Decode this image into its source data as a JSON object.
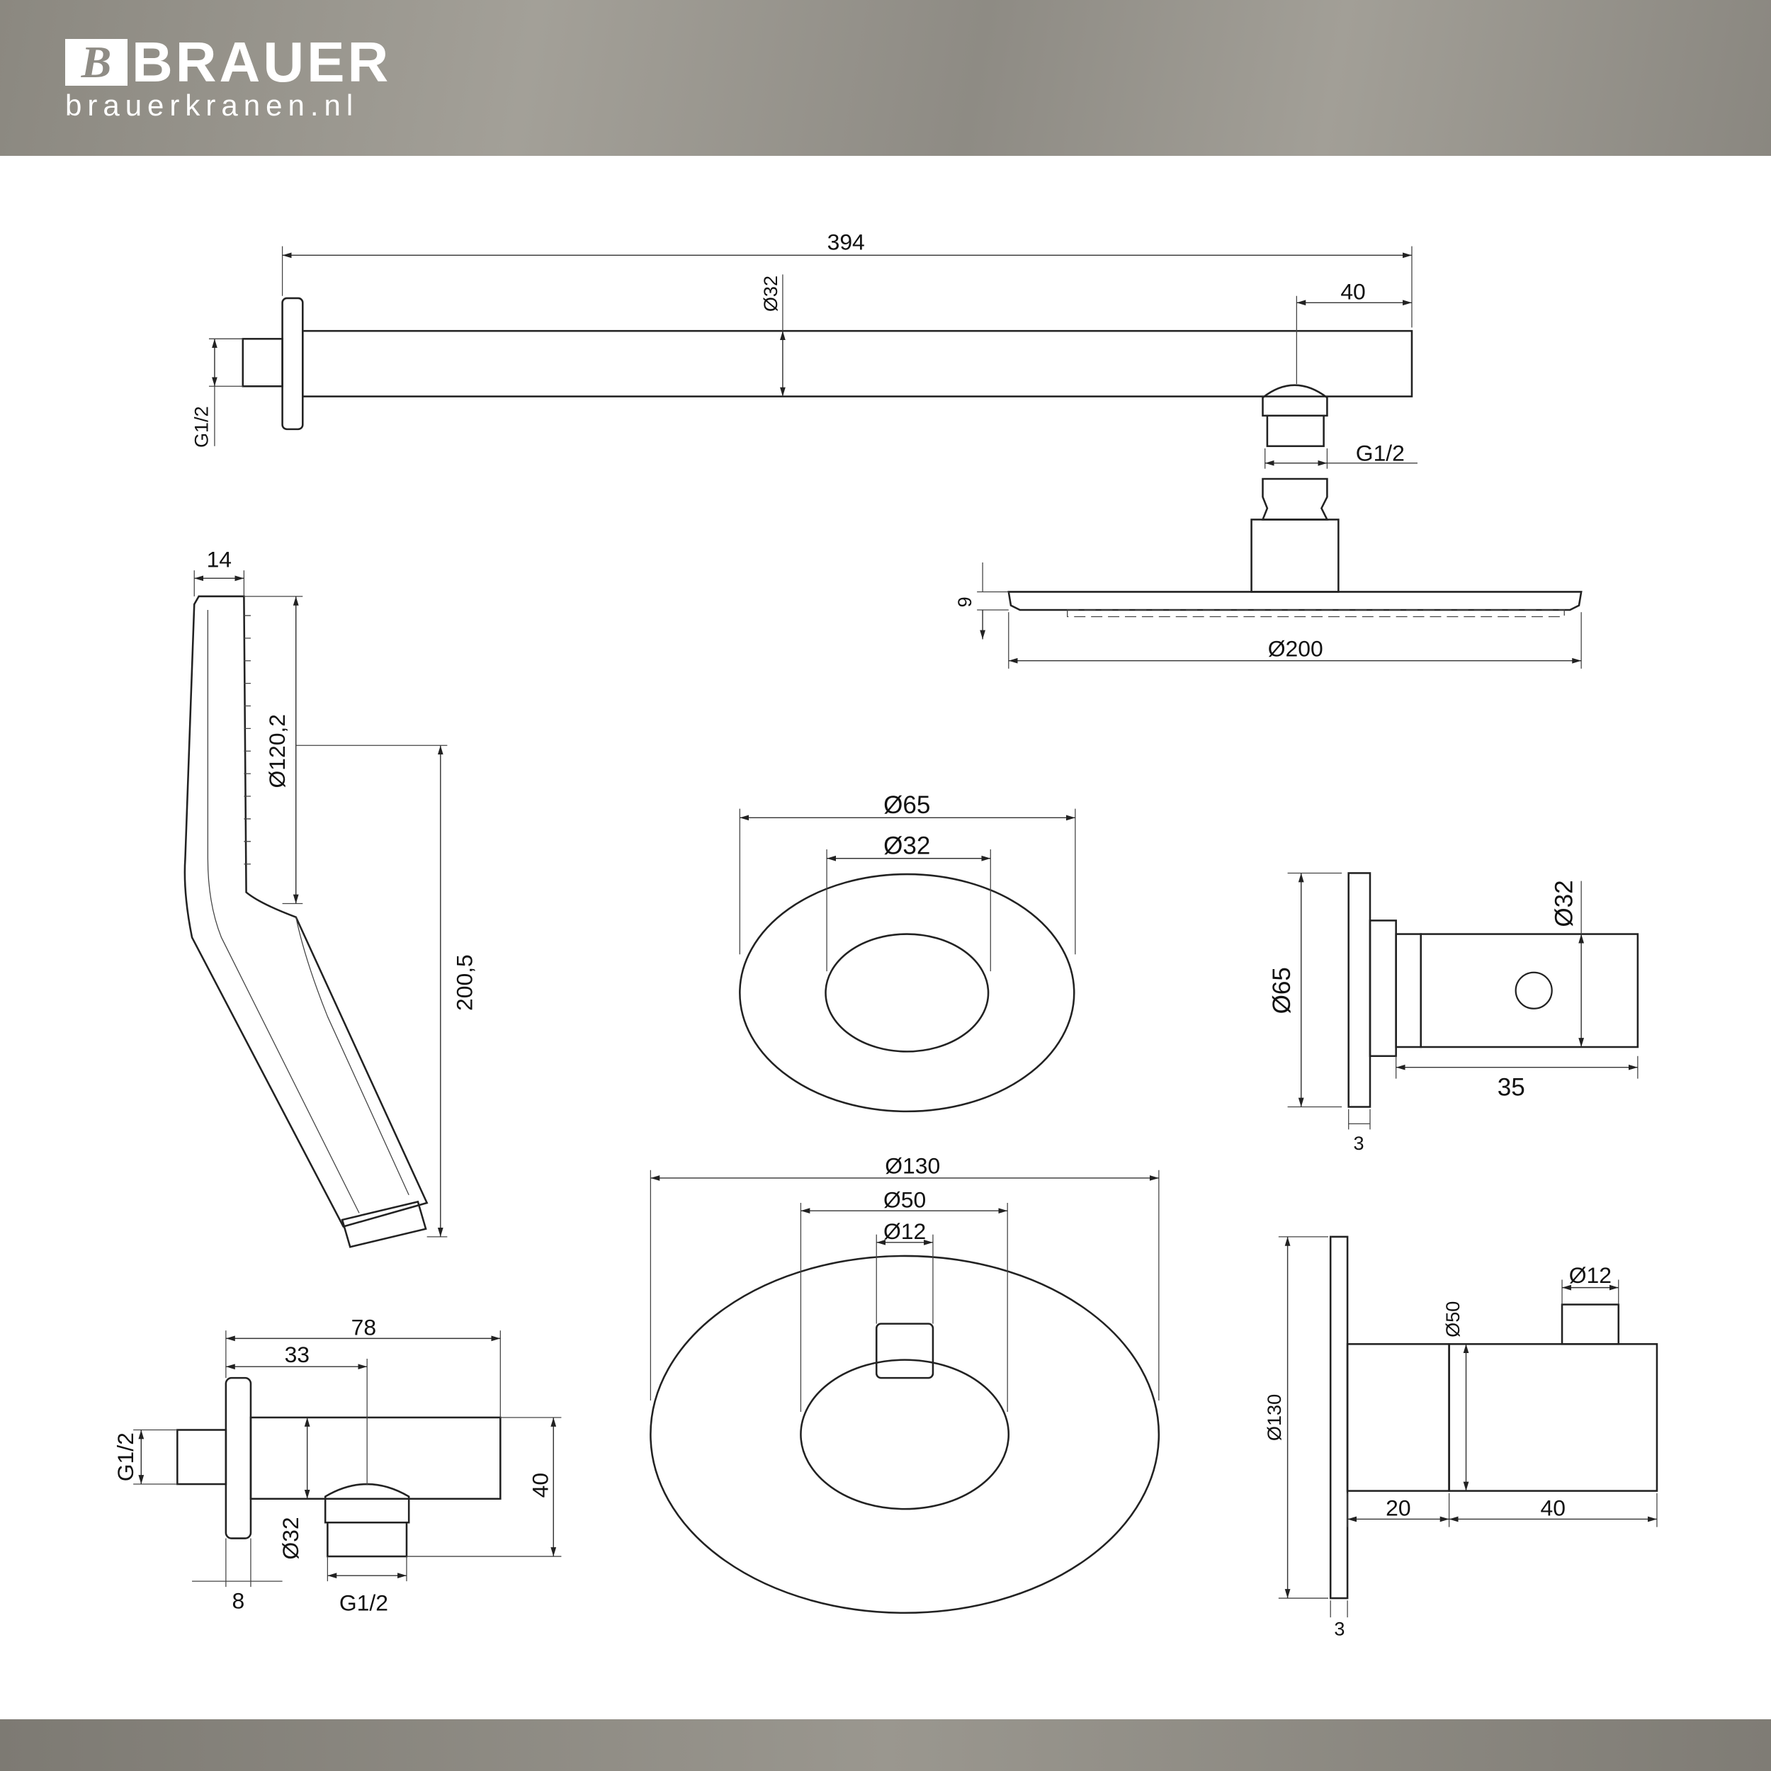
{
  "brand": {
    "name": "BRAUER",
    "mark": "B",
    "website": "brauerkranen.nl"
  },
  "shower_arm": {
    "length": "394",
    "diameter": "Ø32",
    "outlet_offset": "40",
    "inlet_thread": "G1/2",
    "outlet_thread": "G1/2"
  },
  "rain_shower_head": {
    "thickness": "9",
    "diameter": "Ø200"
  },
  "hand_shower": {
    "width": "14",
    "head_length": "Ø120,2",
    "total_length": "200,5"
  },
  "stop_valve_front": {
    "outer": "Ø65",
    "inner": "Ø32"
  },
  "stop_valve_side": {
    "rosette": "Ø65",
    "knob": "Ø32",
    "depth": "35",
    "rosette_thickness": "3"
  },
  "thermostat_front": {
    "outer": "Ø130",
    "knob": "Ø50",
    "lever": "Ø12"
  },
  "thermostat_side": {
    "rosette": "Ø130",
    "knob": "Ø50",
    "lever": "Ø12",
    "body_depth": "20",
    "knob_depth": "40",
    "rosette_thickness": "3"
  },
  "wall_connection": {
    "length": "78",
    "outlet_offset": "33",
    "inlet_thread": "G1/2",
    "body": "Ø32",
    "height": "40",
    "flange": "8",
    "outlet_thread": "G1/2"
  }
}
